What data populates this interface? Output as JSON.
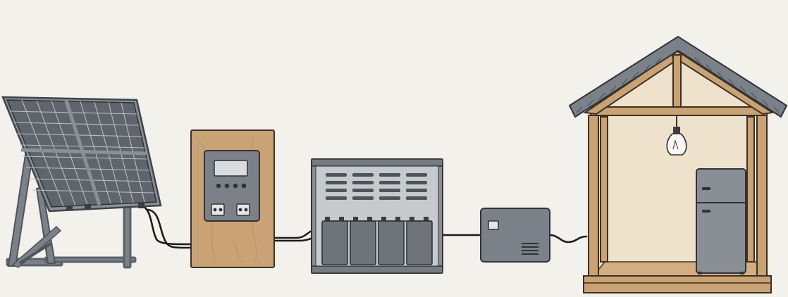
{
  "diagram": {
    "description_visible_text": "",
    "components": [
      {
        "id": "solar-panel",
        "icon": "solar-panel-icon"
      },
      {
        "id": "charge-controller",
        "icon": "charge-controller-icon"
      },
      {
        "id": "battery-bank",
        "icon": "battery-bank-icon"
      },
      {
        "id": "inverter",
        "icon": "inverter-icon"
      },
      {
        "id": "cabin",
        "icon": "house-icon"
      }
    ],
    "connections": [
      {
        "from": "solar-panel",
        "to": "charge-controller"
      },
      {
        "from": "charge-controller",
        "to": "battery-bank"
      },
      {
        "from": "battery-bank",
        "to": "inverter"
      },
      {
        "from": "inverter",
        "to": "cabin"
      }
    ],
    "colors": {
      "background": "#f3f1ec",
      "panel_cells": "#5f656c",
      "metal": "#7c8189",
      "wood": "#c9a276",
      "cable": "#1c1c1c"
    }
  }
}
